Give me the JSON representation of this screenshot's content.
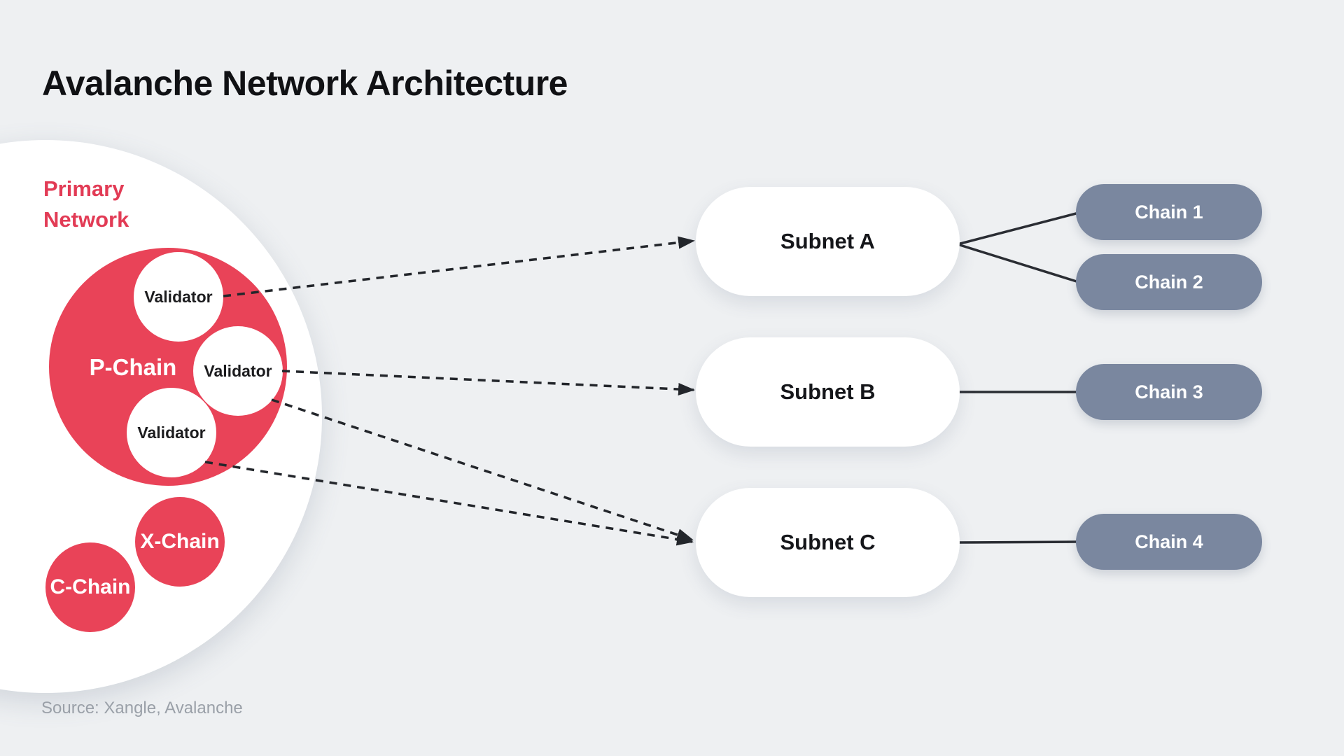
{
  "title": "Avalanche Network Architecture",
  "source_note": "Source: Xangle, Avalanche",
  "colors": {
    "background": "#eef0f2",
    "primary_red": "#e94358",
    "label_red": "#e23b55",
    "chain_slate": "#7a879f",
    "node_white": "#ffffff",
    "line_dark": "#23262b",
    "text_dark": "#101114",
    "source_gray": "#9aa0a8"
  },
  "primary_network": {
    "label": "Primary\nNetwork",
    "p_chain": {
      "label": "P-Chain"
    },
    "validators": [
      {
        "label": "Validator"
      },
      {
        "label": "Validator"
      },
      {
        "label": "Validator"
      }
    ],
    "x_chain": {
      "label": "X-Chain"
    },
    "c_chain": {
      "label": "C-Chain"
    }
  },
  "subnets": [
    {
      "label": "Subnet A"
    },
    {
      "label": "Subnet B"
    },
    {
      "label": "Subnet C"
    }
  ],
  "chains": [
    {
      "label": "Chain 1"
    },
    {
      "label": "Chain 2"
    },
    {
      "label": "Chain 3"
    },
    {
      "label": "Chain 4"
    }
  ]
}
